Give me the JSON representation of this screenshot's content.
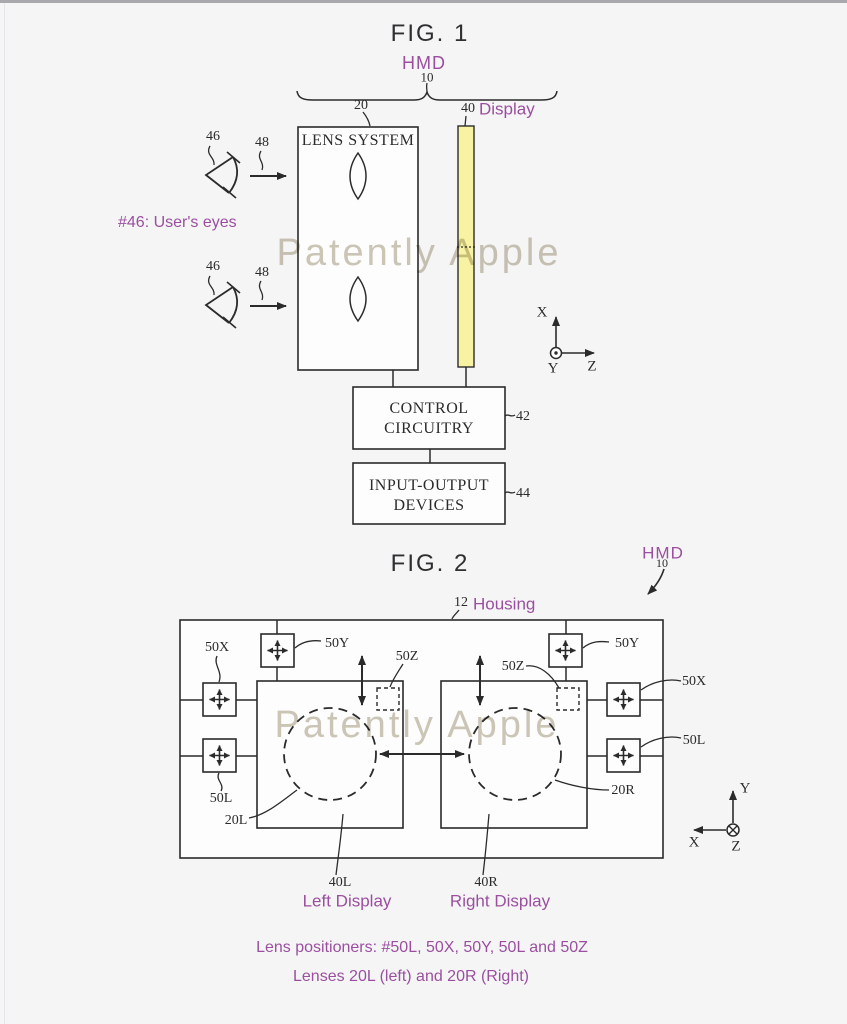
{
  "colors": {
    "accent": "#9a4f9f",
    "watermark": "#c8c1b0",
    "line": "#2b2b2b",
    "display_fill": "#f7f3a3"
  },
  "watermark_text": "Patently Apple",
  "fig1": {
    "title": "FIG. 1",
    "hmd": "HMD",
    "ref_hmd": "10",
    "ref_lens_system": "20",
    "ref_display": "40",
    "display_label": "Display",
    "lens_system_title": "LENS SYSTEM",
    "ref_eye": "46",
    "ref_gaze": "48",
    "eyes_note": "#46: User's eyes",
    "control_line1": "CONTROL",
    "control_line2": "CIRCUITRY",
    "ref_control": "42",
    "io_line1": "INPUT-OUTPUT",
    "io_line2": "DEVICES",
    "ref_io": "44",
    "axis_up": "X",
    "axis_right": "Z",
    "axis_origin": "Y"
  },
  "fig2": {
    "title": "FIG. 2",
    "hmd": "HMD",
    "ref_hmd": "10",
    "ref_housing": "12",
    "housing_label": "Housing",
    "ref_50x": "50X",
    "ref_50y": "50Y",
    "ref_50z": "50Z",
    "ref_50l": "50L",
    "ref_lens_left": "20L",
    "ref_lens_right": "20R",
    "ref_display_left": "40L",
    "ref_display_right": "40R",
    "left_display_label": "Left Display",
    "right_display_label": "Right Display",
    "axis_up": "Y",
    "axis_left": "X",
    "axis_origin": "Z"
  },
  "captions": {
    "line1": "Lens positioners: #50L, 50X, 50Y, 50L and 50Z",
    "line2": "Lenses 20L (left) and 20R (Right)"
  }
}
